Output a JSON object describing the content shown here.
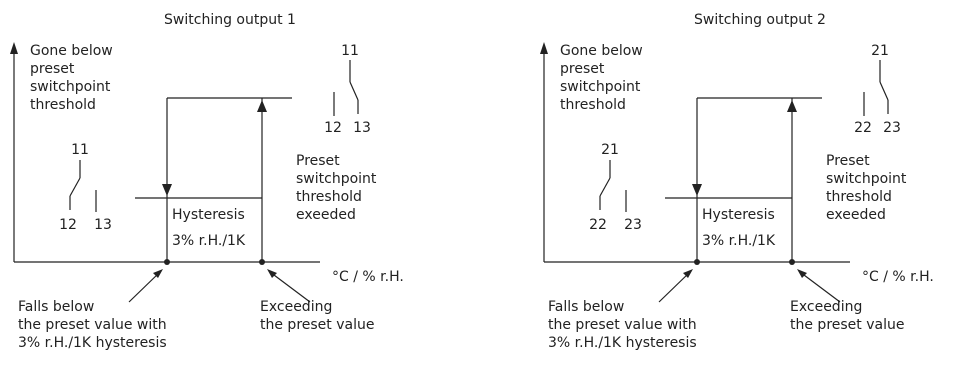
{
  "panels": [
    {
      "title": "Switching output 1",
      "y_label": "Gone below\npreset\nswitchpoint\nthreshold",
      "contact_top": {
        "common": "11",
        "left": "12",
        "right": "13"
      },
      "contact_low": {
        "common": "11",
        "left": "12",
        "right": "13"
      },
      "right_label": "Preset\nswitchpoint\nthreshold\nexeeded",
      "hysteresis_title": "Hysteresis",
      "hysteresis_value": "3% r.H./1K",
      "x_unit": "°C / % r.H.",
      "falls_label": "Falls below\nthe preset value with\n3% r.H./1K hysteresis",
      "exceeding_label": "Exceeding\nthe preset value"
    },
    {
      "title": "Switching output 2",
      "y_label": "Gone below\npreset\nswitchpoint\nthreshold",
      "contact_top": {
        "common": "21",
        "left": "22",
        "right": "23"
      },
      "contact_low": {
        "common": "21",
        "left": "22",
        "right": "23"
      },
      "right_label": "Preset\nswitchpoint\nthreshold\nexeeded",
      "hysteresis_title": "Hysteresis",
      "hysteresis_value": "3% r.H./1K",
      "x_unit": "°C / % r.H.",
      "falls_label": "Falls below\nthe preset value with\n3% r.H./1K hysteresis",
      "exceeding_label": "Exceeding\nthe preset value"
    }
  ]
}
